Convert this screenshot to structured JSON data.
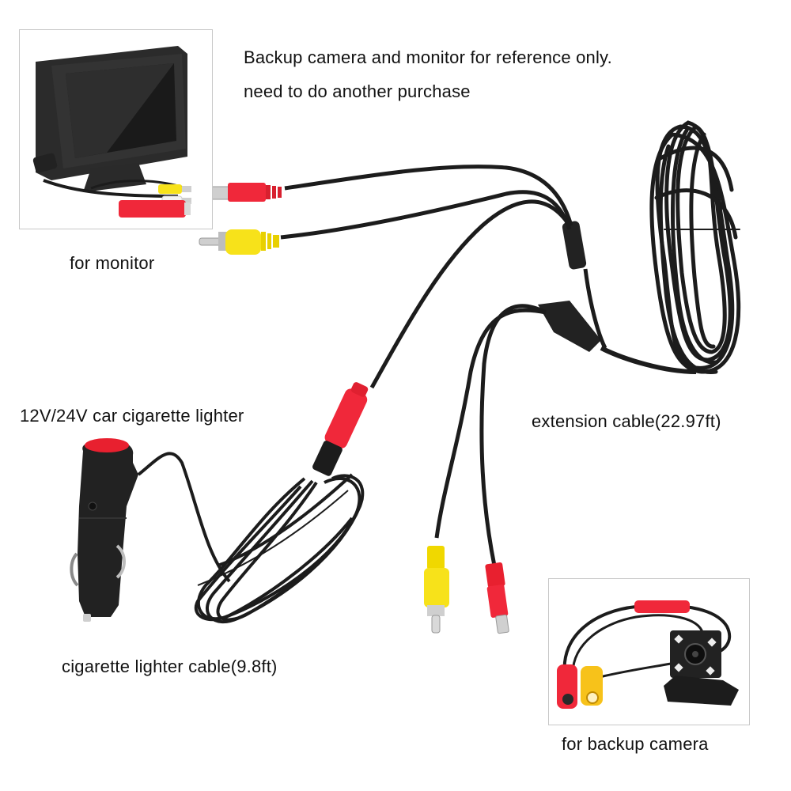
{
  "header": {
    "line1": "Backup camera and monitor for reference only.",
    "line2": "need to do another purchase"
  },
  "labels": {
    "monitor": "for monitor",
    "cigarette_lighter_title": "12V/24V car cigarette lighter",
    "extension_cable": "extension cable(22.97ft)",
    "cigarette_lighter_cable": "cigarette lighter cable(9.8ft)",
    "backup_camera": "for backup camera"
  },
  "colors": {
    "cable_black": "#1c1c1c",
    "connector_red": "#f0283a",
    "connector_yellow": "#f7e21a",
    "metal": "#c9c9c9",
    "inset_border": "#c8c8c8",
    "text": "#111111"
  },
  "components": [
    {
      "name": "monitor",
      "note": "reference only"
    },
    {
      "name": "backup camera",
      "note": "reference only"
    },
    {
      "name": "extension cable",
      "length": "22.97ft"
    },
    {
      "name": "cigarette lighter cable",
      "length": "9.8ft",
      "voltage": "12V/24V"
    }
  ]
}
